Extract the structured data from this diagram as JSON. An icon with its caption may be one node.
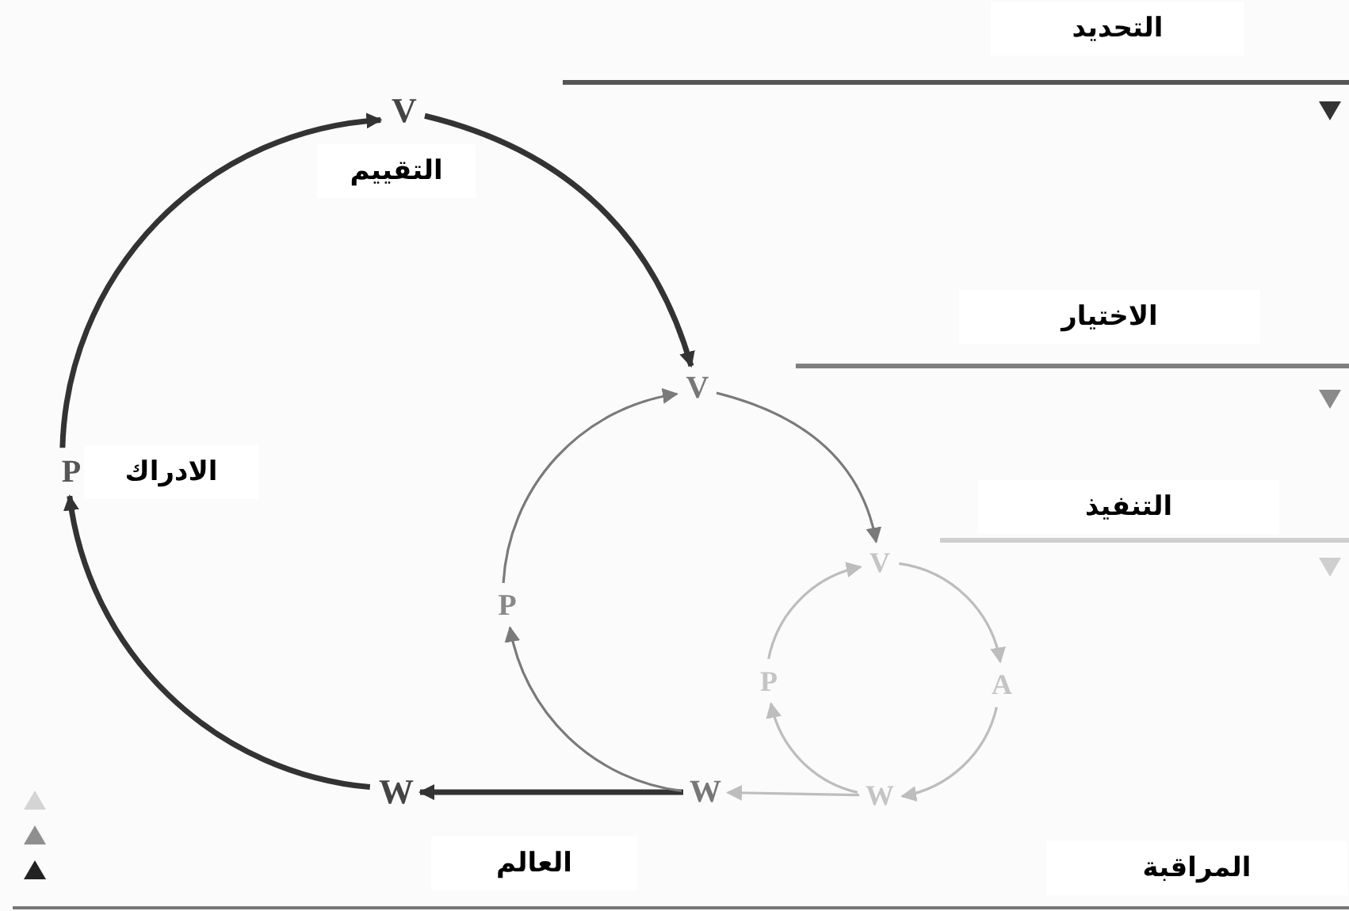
{
  "diagram": {
    "nodes": [
      {
        "text": [
          "V"
        ]
      },
      {
        "text": [
          "P"
        ]
      },
      {
        "text": [
          "W"
        ]
      },
      {
        "text": [
          "V"
        ]
      },
      {
        "text": [
          "P"
        ]
      },
      {
        "text": [
          "W"
        ]
      },
      {
        "text": [
          "V"
        ]
      },
      {
        "text": [
          "A"
        ]
      },
      {
        "text": [
          "P"
        ]
      },
      {
        "text": [
          "W"
        ]
      }
    ],
    "edges": [
      {
        "from": 1,
        "to": 0,
        "arrow": "to",
        "style": "thick",
        "color": "#333333"
      },
      {
        "from": 0,
        "to": 3,
        "arrow": "to",
        "style": "thick",
        "color": "#333333"
      },
      {
        "from": 2,
        "to": 1,
        "arrow": "to",
        "style": "thick",
        "color": "#333333"
      },
      {
        "from": 5,
        "to": 2,
        "arrow": "to",
        "style": "thick",
        "color": "#333333"
      },
      {
        "from": 4,
        "to": 3,
        "arrow": "to",
        "color": "#7a7a7a"
      },
      {
        "from": 3,
        "to": 6,
        "arrow": "to",
        "color": "#7a7a7a"
      },
      {
        "from": 5,
        "to": 4,
        "arrow": "to",
        "color": "#7a7a7a"
      },
      {
        "from": 9,
        "to": 5,
        "arrow": "to"
      },
      {
        "from": 8,
        "to": 6,
        "arrow": "to"
      },
      {
        "from": 6,
        "to": 7,
        "arrow": "to"
      },
      {
        "from": 7,
        "to": 9,
        "arrow": "to"
      },
      {
        "from": 9,
        "to": 8,
        "arrow": "to"
      }
    ],
    "labels": [
      "التحديد",
      "التقييم",
      "الاختيار",
      "الادراك",
      "التنفيذ",
      "المراقبة",
      "العالم"
    ]
  }
}
